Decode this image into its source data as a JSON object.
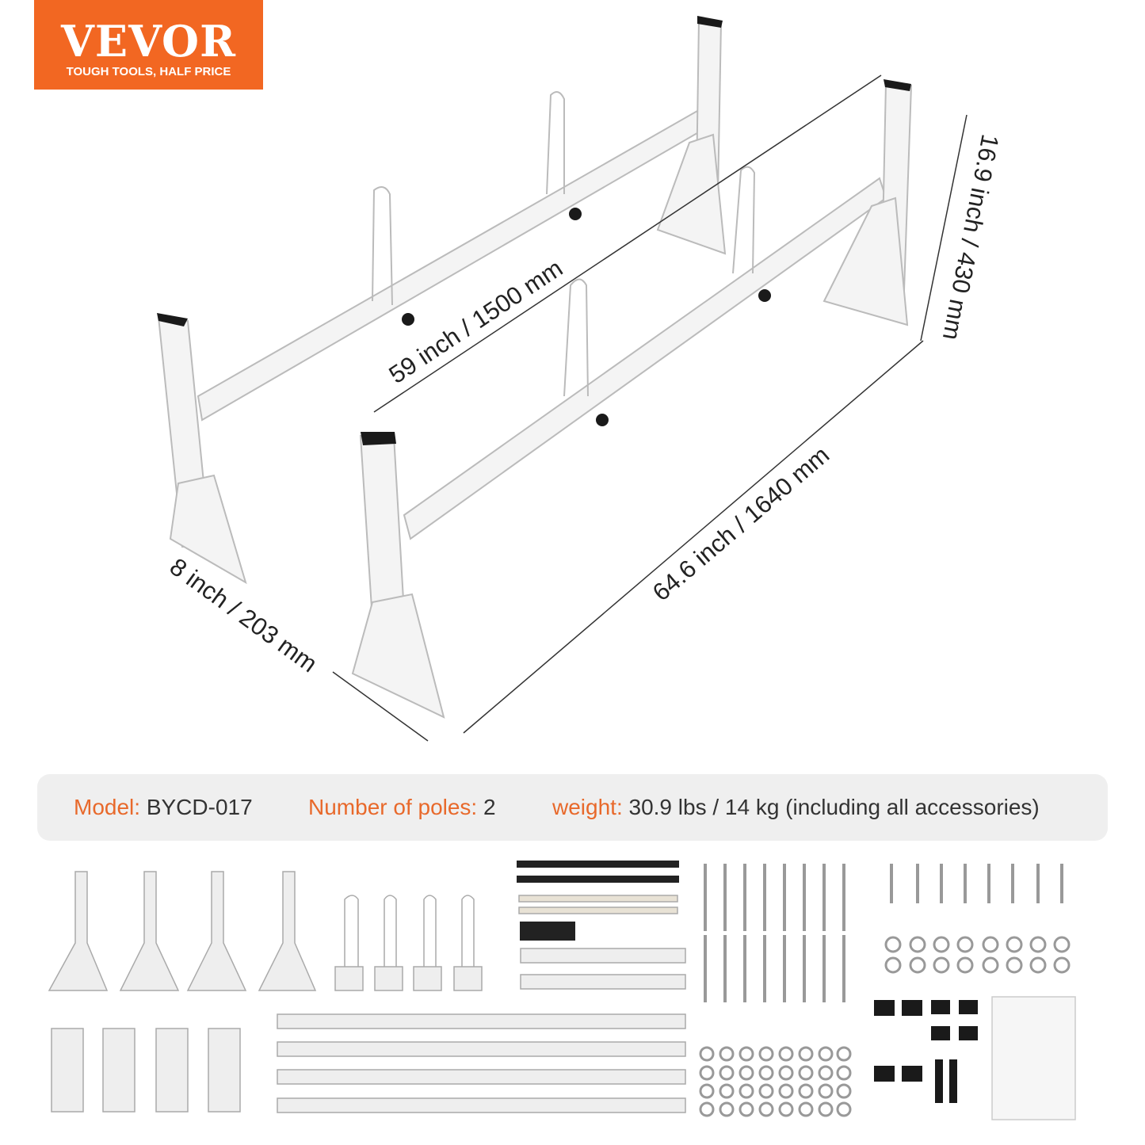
{
  "logo": {
    "brand": "VEVOR",
    "tagline": "TOUGH TOOLS, HALF PRICE",
    "color": "#f26722"
  },
  "dimensions": {
    "length_bar": "59 inch / 1500 mm",
    "height": "16.9 inch / 430 mm",
    "overall_length": "64.6 inch / 1640 mm",
    "base_width": "8 inch / 203 mm"
  },
  "specs": [
    {
      "key": "Model: ",
      "value": "BYCD-017"
    },
    {
      "key": "Number of poles: ",
      "value": "2"
    },
    {
      "key": "weight: ",
      "value": "30.9 lbs / 14 kg (including all accessories)"
    }
  ],
  "colors": {
    "accent": "#e8692b",
    "rack": "#f2f2f2",
    "cap": "#1a1a1a"
  }
}
